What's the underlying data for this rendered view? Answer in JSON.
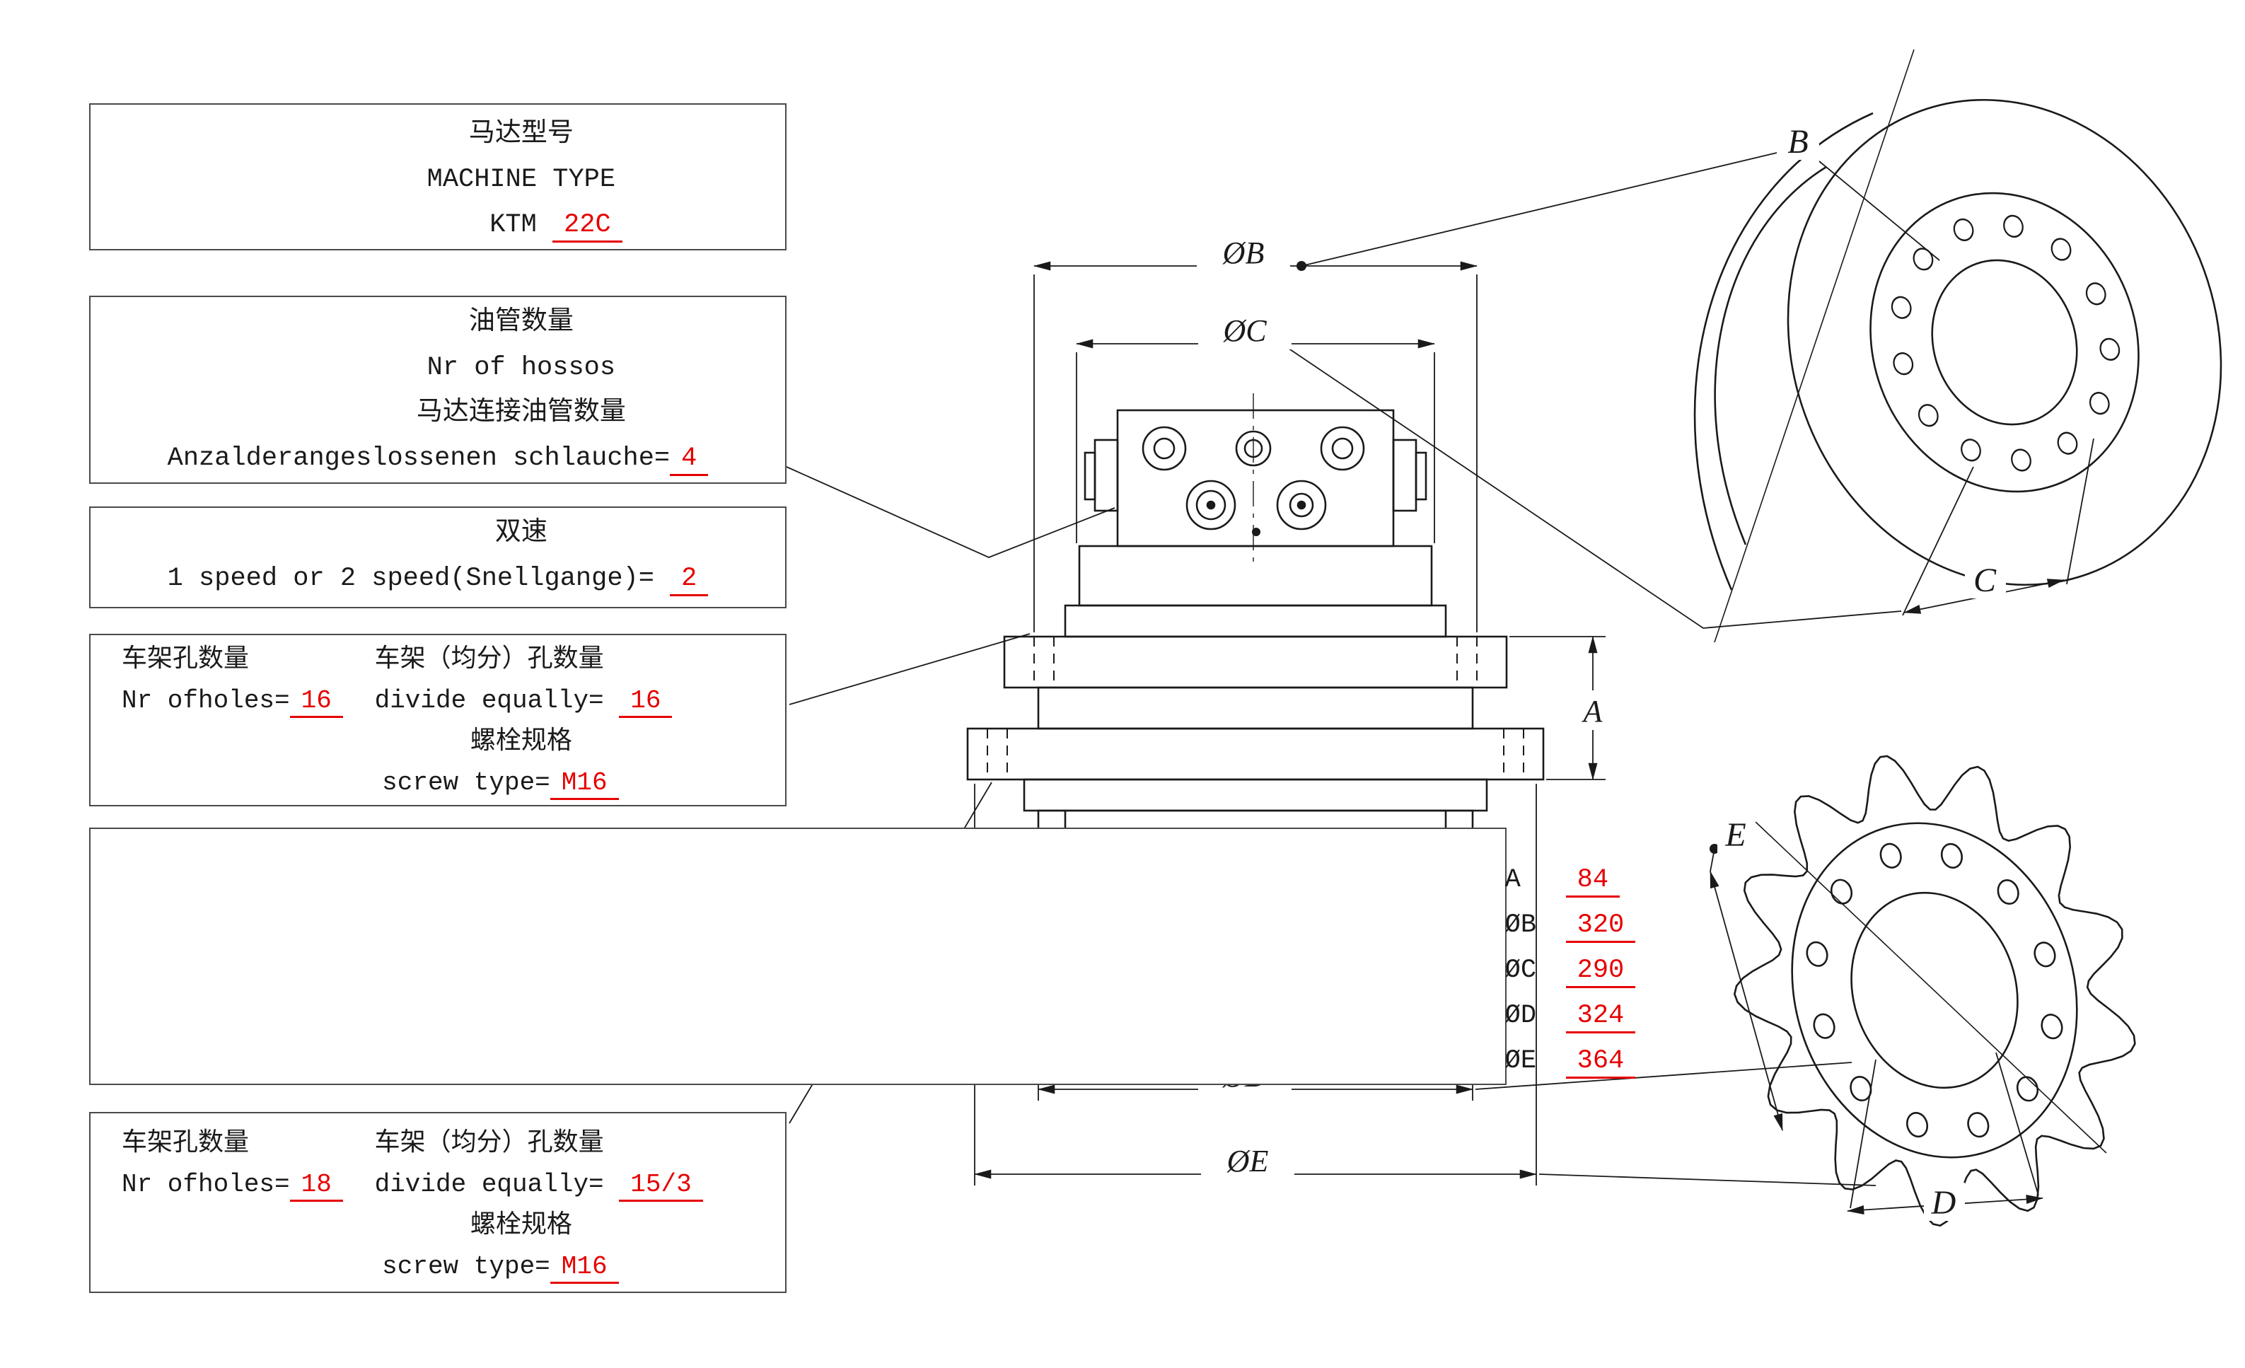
{
  "colors": {
    "accent_red": "#e60000",
    "line": "#1a1a1a"
  },
  "boxes": {
    "machine_type": {
      "title_cn": "马达型号",
      "title_en": "MACHINE TYPE",
      "model_prefix": "KTM",
      "model_value": "22C"
    },
    "hoses": {
      "title_cn": "油管数量",
      "title_en": "Nr of hossos",
      "subtitle_cn": "马达连接油管数量",
      "value_prefix": "Anzalderangeslossenen schlauche=",
      "value": "4"
    },
    "speed": {
      "title_cn": "双速",
      "value_prefix": "1 speed or 2 speed(Snellgange)=",
      "value": "2"
    },
    "frame_holes_upper": {
      "col1_title": "车架孔数量",
      "col2_title": "车架（均分）孔数量",
      "holes_prefix": "Nr ofholes=",
      "holes_value": "16",
      "divide_prefix": "divide equally=",
      "divide_value": "16",
      "screw_title": "螺栓规格",
      "screw_prefix": "screw type=",
      "screw_value": "M16"
    },
    "dimensions": {
      "rows": [
        {
          "label": "A",
          "value": "84"
        },
        {
          "label": "ØB",
          "value": "320"
        },
        {
          "label": "ØC",
          "value": "290"
        },
        {
          "label": "ØD",
          "value": "324"
        },
        {
          "label": "ØE",
          "value": "364"
        }
      ]
    },
    "frame_holes_lower": {
      "col1_title": "车架孔数量",
      "col2_title": "车架（均分）孔数量",
      "holes_prefix": "Nr ofholes=",
      "holes_value": "18",
      "divide_prefix": "divide equally=",
      "divide_value": "15/3",
      "screw_title": "螺栓规格",
      "screw_prefix": "screw type=",
      "screw_value": "M16"
    }
  },
  "drawing_labels": {
    "dia_b": "ØB",
    "dia_c": "ØC",
    "a": "A",
    "dia_d": "ØD",
    "dia_e": "ØE",
    "b": "B",
    "c": "C",
    "d": "D",
    "e": "E"
  }
}
